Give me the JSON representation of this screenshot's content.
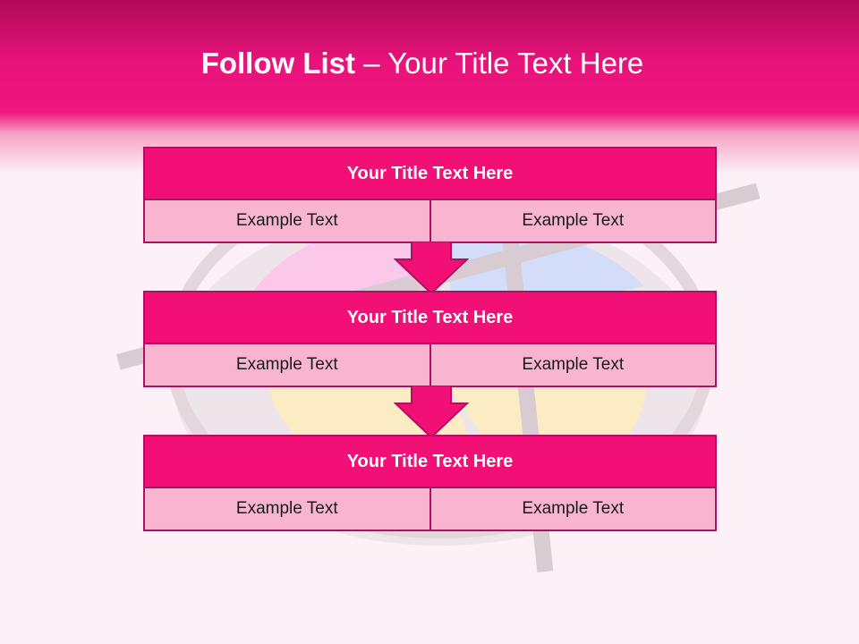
{
  "header": {
    "title_bold": "Follow List",
    "title_sep": " – ",
    "title_rest": "Your Title Text Here"
  },
  "blocks": [
    {
      "title": "Your Title Text Here",
      "left": "Example Text",
      "right": "Example Text"
    },
    {
      "title": "Your Title Text Here",
      "left": "Example Text",
      "right": "Example Text"
    },
    {
      "title": "Your Title Text Here",
      "left": "Example Text",
      "right": "Example Text"
    }
  ],
  "colors": {
    "accent": "#f20f76",
    "header_dark": "#b10a57",
    "cell_fill": "#f9b4cf",
    "border": "#b01060",
    "background": "#fbf1f6"
  }
}
